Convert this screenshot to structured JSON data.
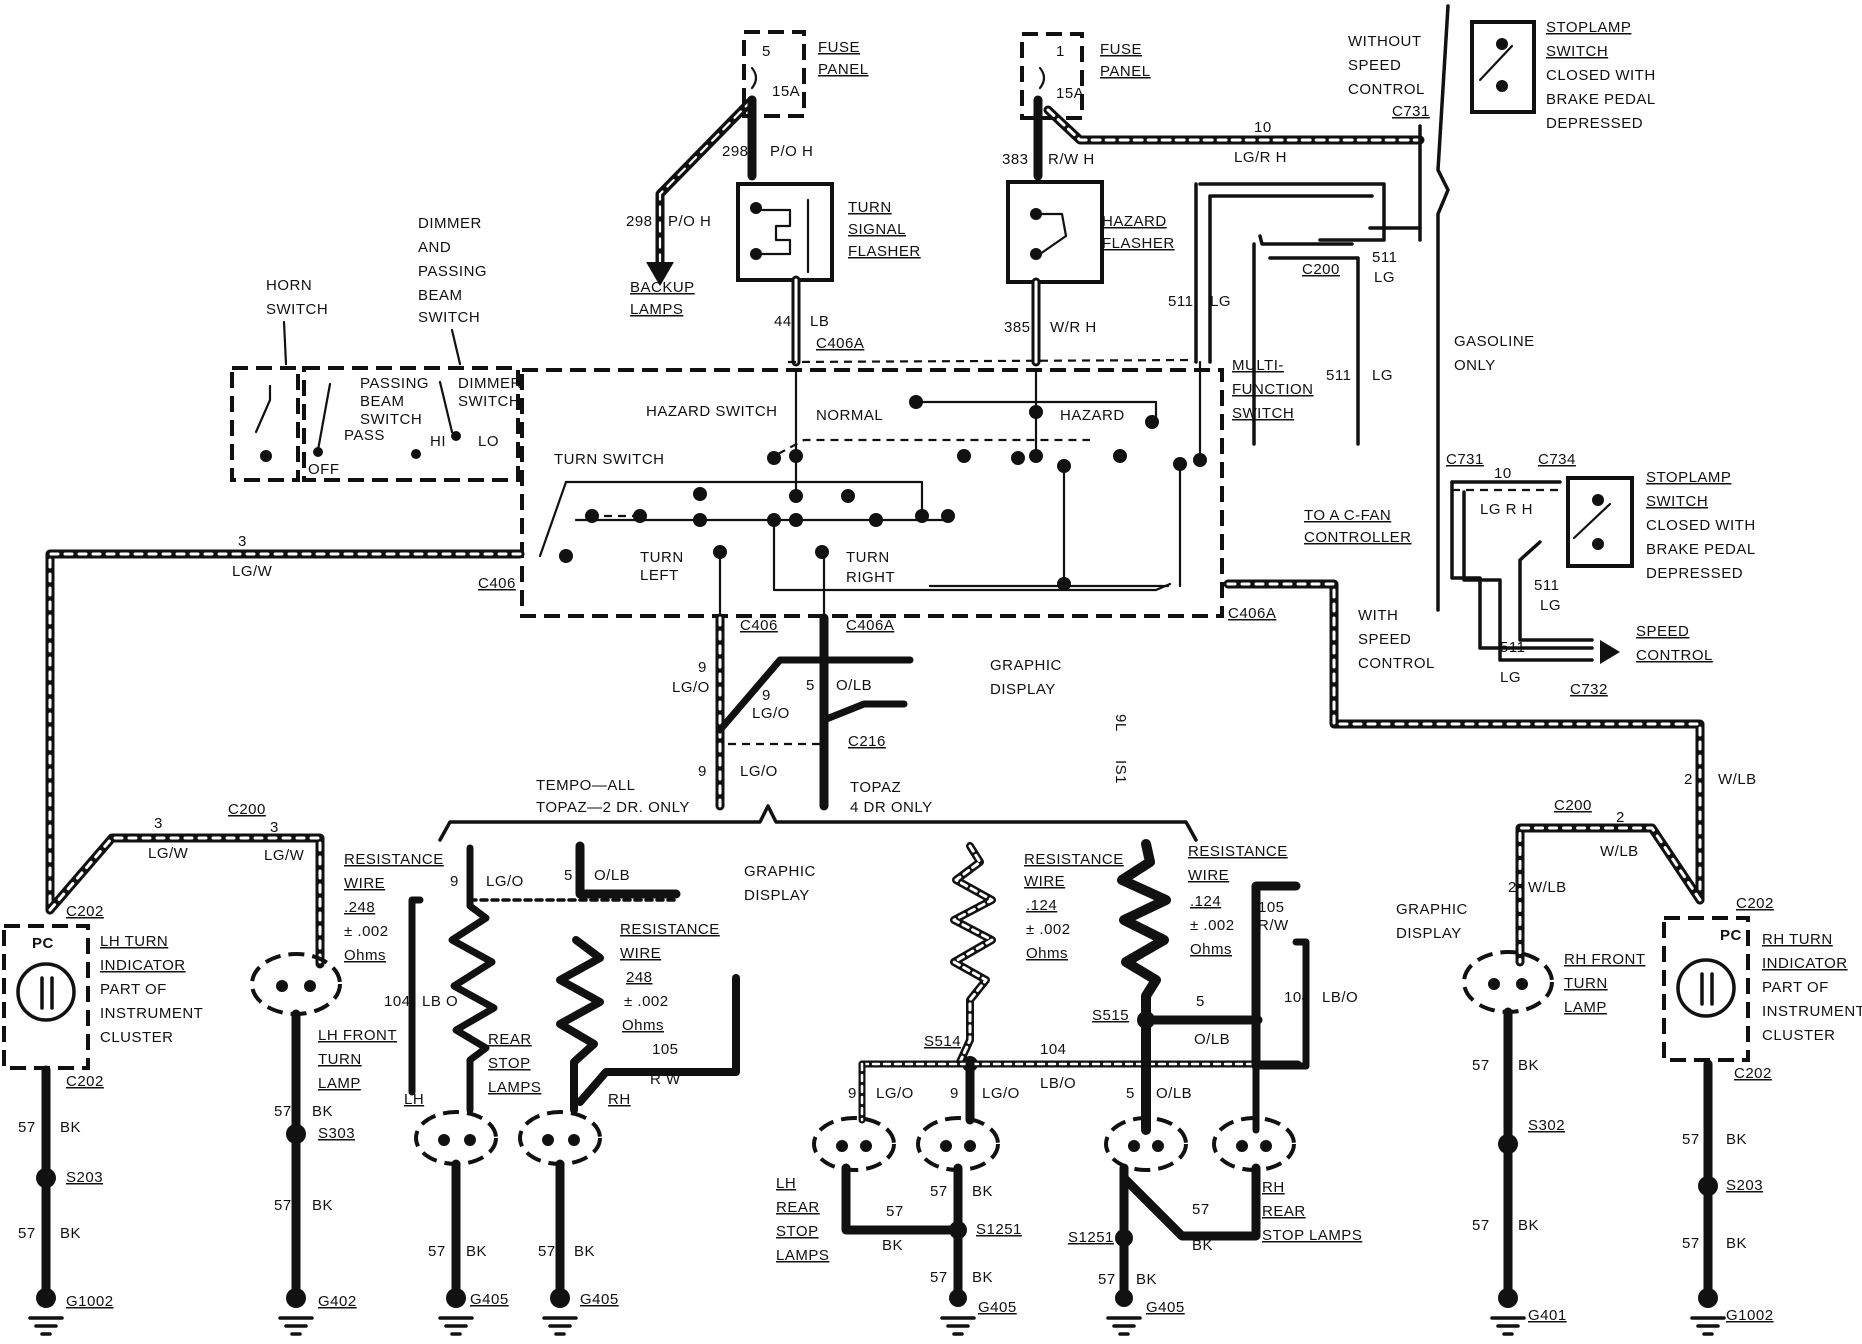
{
  "fuse_panel_left": {
    "fuse_no": "5",
    "rating": "15A",
    "label": [
      "FUSE",
      "PANEL"
    ]
  },
  "fuse_panel_right": {
    "fuse_no": "1",
    "rating": "15A",
    "label": [
      "FUSE",
      "PANEL"
    ]
  },
  "without_speed_control": [
    "WITHOUT",
    "SPEED",
    "CONTROL"
  ],
  "stoplamp_switch_top": {
    "label": [
      "STOPLAMP",
      "SWITCH",
      "CLOSED WITH",
      "BRAKE PEDAL",
      "DEPRESSED"
    ]
  },
  "stoplamp_switch_mid": {
    "label": [
      "STOPLAMP",
      "SWITCH",
      "CLOSED WITH",
      "BRAKE PEDAL",
      "DEPRESSED"
    ]
  },
  "turn_signal_flasher": [
    "TURN",
    "SIGNAL",
    "FLASHER"
  ],
  "hazard_flasher": [
    "HAZARD",
    "FLASHER"
  ],
  "backup_lamps": [
    "BACKUP",
    "LAMPS"
  ],
  "horn_switch": [
    "HORN",
    "SWITCH"
  ],
  "dimmer_passing": [
    "DIMMER",
    "AND",
    "PASSING",
    "BEAM",
    "SWITCH"
  ],
  "passing_beam_switch": [
    "PASSING",
    "BEAM",
    "SWITCH"
  ],
  "dimmer_switch": [
    "DIMMER",
    "SWITCH"
  ],
  "switch_positions": {
    "pass": "PASS",
    "off": "OFF",
    "hi": "HI",
    "lo": "LO"
  },
  "multifunction_switch": [
    "MULTI-",
    "FUNCTION",
    "SWITCH"
  ],
  "hazard_switch": "HAZARD SWITCH",
  "normal": "NORMAL",
  "hazard": "HAZARD",
  "turn_switch": "TURN SWITCH",
  "turn_left": [
    "TURN",
    "LEFT"
  ],
  "turn_right": [
    "TURN",
    "RIGHT"
  ],
  "gasoline_only": [
    "GASOLINE",
    "ONLY"
  ],
  "to_cfan": [
    "TO A C-FAN",
    "CONTROLLER"
  ],
  "with_speed_control": [
    "WITH",
    "SPEED",
    "CONTROL"
  ],
  "speed_control": [
    "SPEED",
    "CONTROL"
  ],
  "graphic_display": [
    "GRAPHIC",
    "DISPLAY"
  ],
  "tempo": [
    "TEMPO—ALL",
    "TOPAZ—2 DR. ONLY"
  ],
  "topaz4": [
    "TOPAZ",
    "4 DR ONLY"
  ],
  "resistance_wire": [
    "RESISTANCE",
    "WIRE"
  ],
  "res_248": [
    "248",
    "± .002",
    "Ohms"
  ],
  "res_248b": [
    ".248",
    "± .002",
    "Ohms"
  ],
  "res_124": [
    ".124",
    "± .002",
    "Ohms"
  ],
  "lh_turn_indicator": [
    "LH TURN",
    "INDICATOR",
    "PART OF",
    "INSTRUMENT",
    "CLUSTER"
  ],
  "rh_turn_indicator": [
    "RH TURN",
    "INDICATOR",
    "PART OF",
    "INSTRUMENT",
    "CLUSTER"
  ],
  "lh_front_turn_lamp": [
    "LH FRONT",
    "TURN",
    "LAMP"
  ],
  "rh_front_turn_lamp": [
    "RH FRONT",
    "TURN",
    "LAMP"
  ],
  "rear_stop_lamps": [
    "REAR",
    "STOP",
    "LAMPS"
  ],
  "lh_rear_stop_lamps": [
    "LH",
    "REAR",
    "STOP",
    "LAMPS"
  ],
  "rh_rear_stop_lamps": [
    "RH",
    "REAR",
    "STOP LAMPS"
  ],
  "lh": "LH",
  "rh": "RH",
  "pc": "PC",
  "side_code": [
    "9L",
    "IS1"
  ],
  "connectors": {
    "c731": "C731",
    "c734": "C734",
    "c732": "C732",
    "c200": "C200",
    "c406": "C406",
    "c406a": "C406A",
    "c216": "C216",
    "c202": "C202",
    "s203": "S203",
    "s303": "S303",
    "s302": "S302",
    "s514": "S514",
    "s515": "S515",
    "s1251": "S1251",
    "g1002": "G1002",
    "g402": "G402",
    "g405": "G405",
    "g401": "G401"
  },
  "wires": {
    "w298": "298",
    "po_h": "P/O H",
    "w383": "383",
    "rw_h": "R/W H",
    "w10": "10",
    "lgr_h": "LG/R H",
    "lg_r_h": "LG R H",
    "w511": "511",
    "lg": "LG",
    "w44": "44",
    "lb": "LB",
    "w385": "385",
    "wr_h": "W/R H",
    "w3": "3",
    "lgw": "LG/W",
    "w9": "9",
    "lgo": "LG/O",
    "w5": "5",
    "olb": "O/LB",
    "five_olb": "5 O/LB",
    "nine_lgo": "9 LG/O",
    "w2": "2",
    "wlb": "W/LB",
    "w104": "104",
    "lbo": "LB/O",
    "lb_o": "LB O",
    "w105": "105",
    "rw": "R/W",
    "r_w": "R W",
    "w57": "57",
    "bk": "BK"
  }
}
